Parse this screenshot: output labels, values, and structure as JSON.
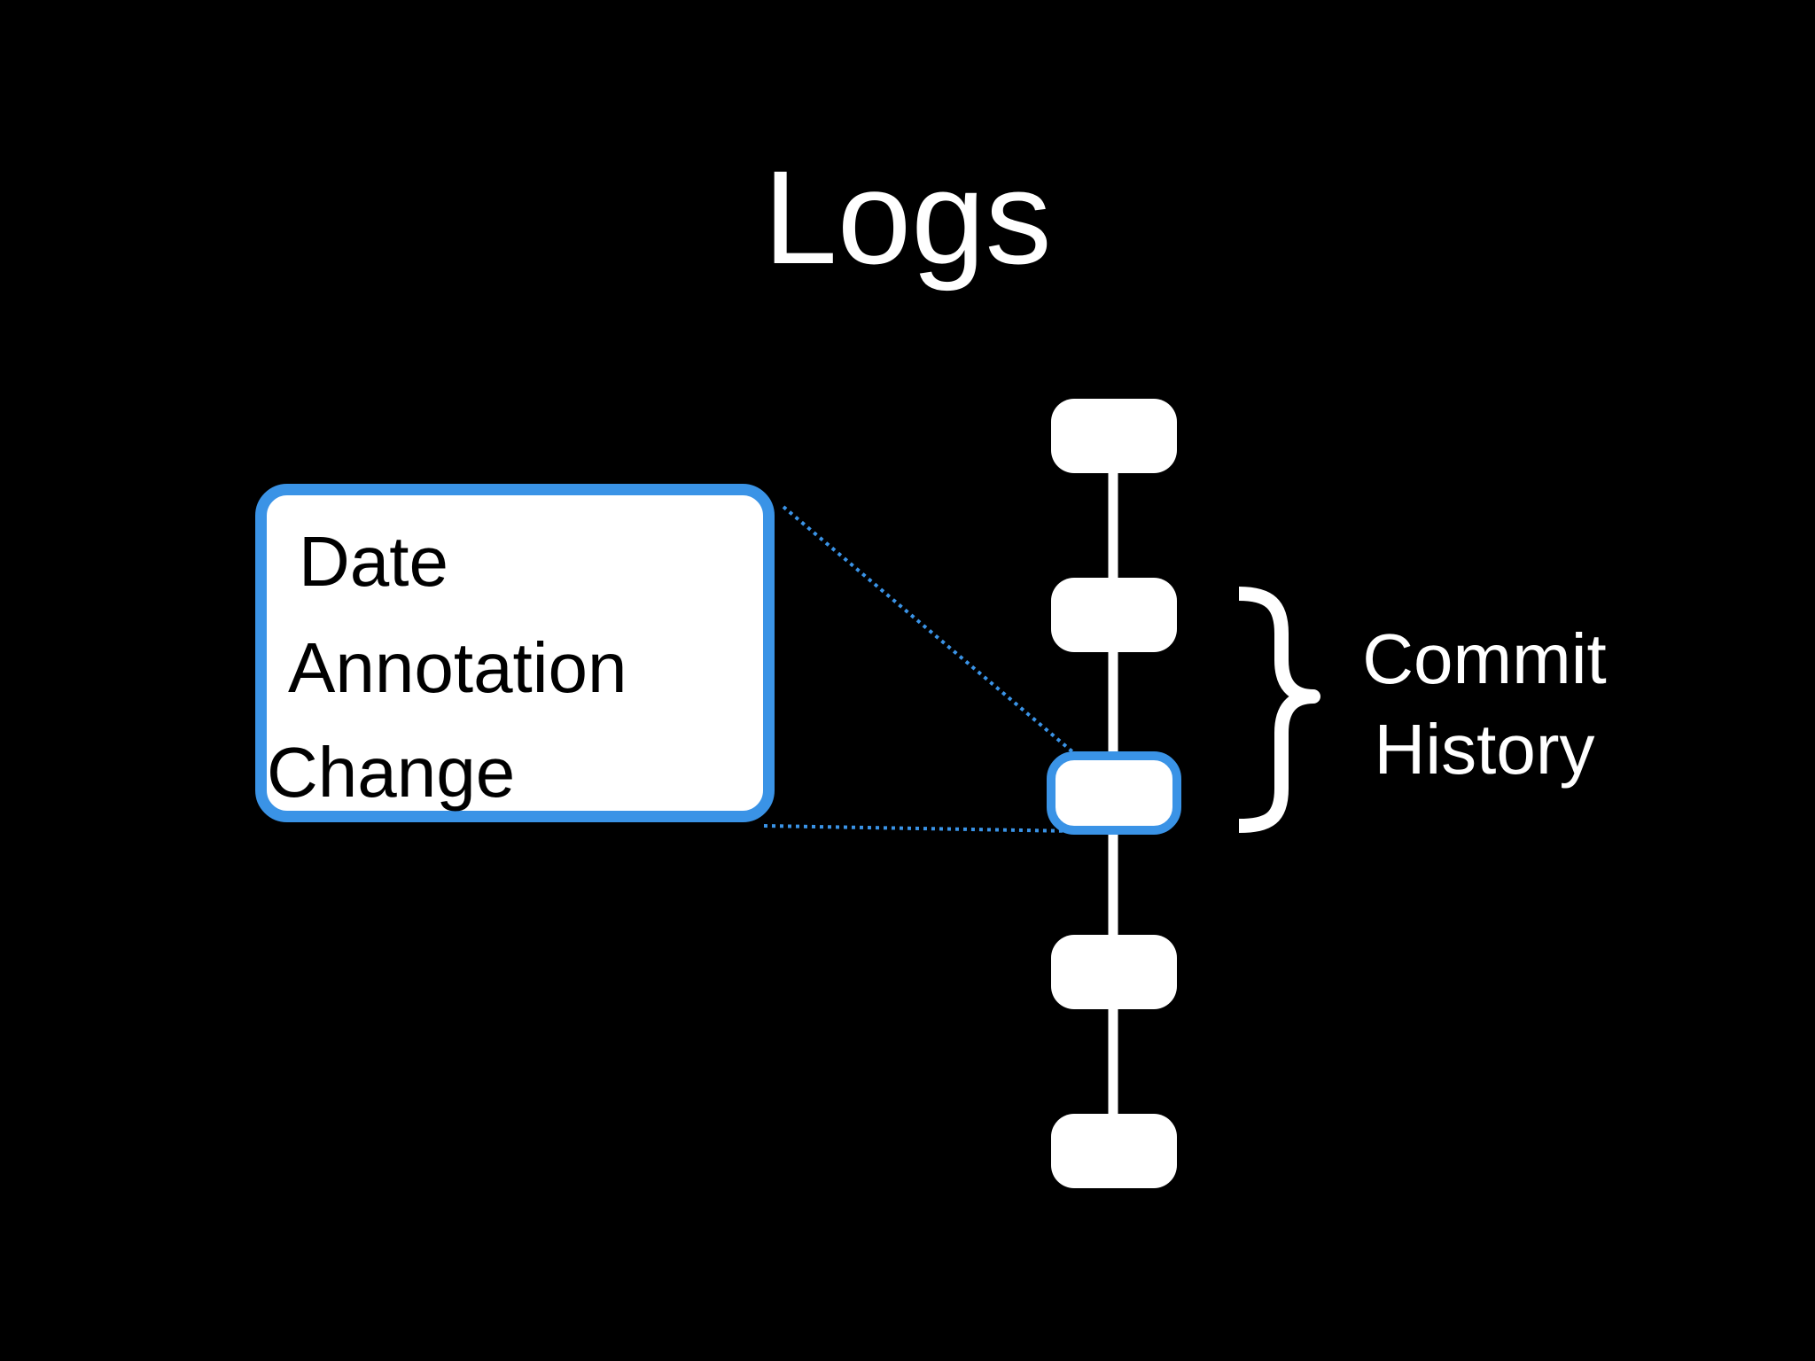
{
  "title": "Logs",
  "detail_card": {
    "fields": [
      "Date",
      "Annotation",
      "Change"
    ]
  },
  "commit_history": {
    "label_lines": [
      "Commit",
      "History"
    ],
    "node_count": 5,
    "highlighted_node_index": 2
  },
  "colors": {
    "background": "#000000",
    "foreground": "#ffffff",
    "highlight": "#3a93e6",
    "card_text": "#000000"
  }
}
